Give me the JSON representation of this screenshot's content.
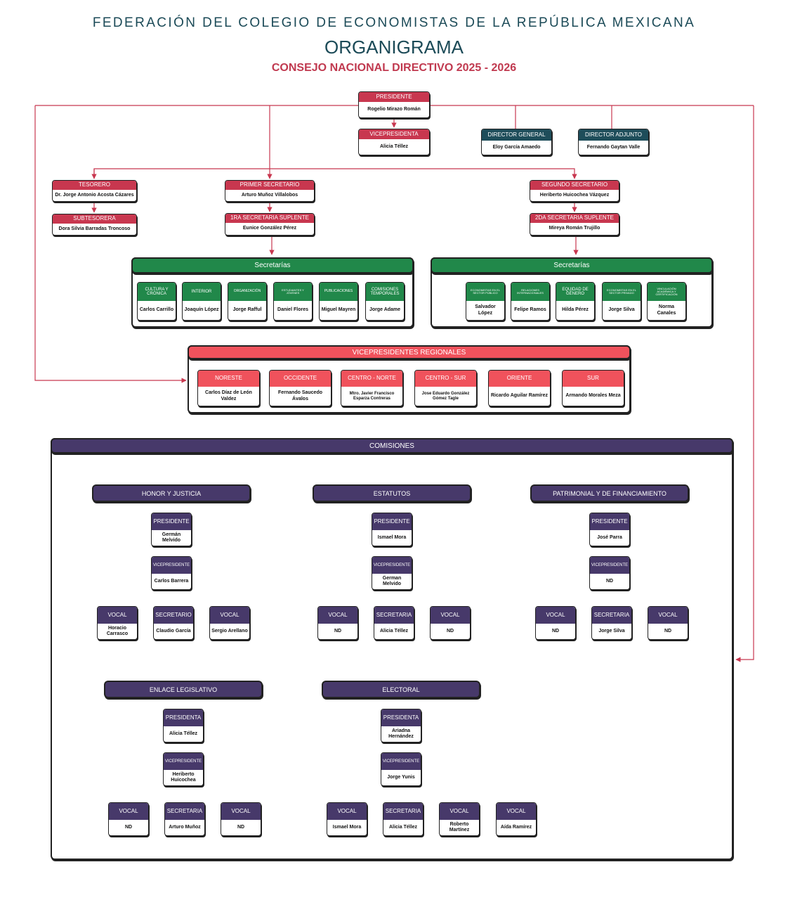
{
  "header": {
    "federation": "FEDERACIÓN DEL COLEGIO DE ECONOMISTAS DE LA REPÚBLICA MEXICANA",
    "title": "ORGANIGRAMA",
    "subtitle": "CONSEJO NACIONAL DIRECTIVO 2025 - 2026"
  },
  "colors": {
    "red": "#c8374f",
    "teal": "#1e4d5a",
    "green": "#21884a",
    "coral": "#f0525c",
    "purple": "#47396a"
  },
  "top": {
    "presidente": {
      "role": "PRESIDENTE",
      "name": "Rogelio Mirazo Román"
    },
    "vicepresidenta": {
      "role": "VICEPRESIDENTA",
      "name": "Alicia Téllez"
    },
    "director_general": {
      "role": "DIRECTOR GENERAL",
      "name": "Eloy García Amaedo"
    },
    "director_adjunto": {
      "role": "DIRECTOR ADJUNTO",
      "name": "Fernando Gaytan Valle"
    },
    "tesorero": {
      "role": "TESORERO",
      "name": "Dr. Jorge Antonio Acosta Cázares"
    },
    "subtesorera": {
      "role": "SUBTESORERA",
      "name": "Dora Silvia Barradas Troncoso"
    },
    "primer_secretario": {
      "role": "PRIMER SECRETARIO",
      "name": "Arturo Muñoz Villalobos"
    },
    "primera_suplente": {
      "role": "1RA SECRETARIA SUPLENTE",
      "name": "Eunice González Pérez"
    },
    "segundo_secretario": {
      "role": "SEGUNDO SECRETARIO",
      "name": "Heriberto Huicochea Vázquez"
    },
    "segunda_suplente": {
      "role": "2DA SECRETARIA SUPLENTE",
      "name": "Mireya Román Trujillo"
    }
  },
  "secretarias_left": {
    "title": "Secretarías",
    "items": [
      {
        "role": "CULTURA Y CRÓNICA",
        "name": "Carlos Carrillo"
      },
      {
        "role": "INTERIOR",
        "name": "Joaquín López"
      },
      {
        "role": "ORGANIZACIÓN",
        "name": "Jorge Rafful"
      },
      {
        "role": "ESTUDIANTES Y JÓVENES",
        "name": "Daniel Flores"
      },
      {
        "role": "PUBLICACIONES",
        "name": "Miguel Mayren"
      },
      {
        "role": "COMISIONES TEMPORALES",
        "name": "Jorge Adame"
      }
    ]
  },
  "secretarias_right": {
    "title": "Secretarías",
    "items": [
      {
        "role": "ECONOMISTAS EN EL SECTOR PÚBLICO",
        "name": "Salvador López"
      },
      {
        "role": "RELACIONES INTERNACIONALES",
        "name": "Felipe Ramos"
      },
      {
        "role": "EQUIDAD DE GÉNERO",
        "name": "Hilda Pérez"
      },
      {
        "role": "ECONOMISTAS EN EL SECTOR PRIVADO",
        "name": "Jorge Silva"
      },
      {
        "role": "VINCULACIÓN ACADÉMICA Y CERTIFICACIÓN",
        "name": "Norma Canales"
      }
    ]
  },
  "regionales": {
    "title": "VICEPRESIDENTES REGIONALES",
    "items": [
      {
        "role": "NORESTE",
        "name": "Carlos Díaz de León Valdez"
      },
      {
        "role": "OCCIDENTE",
        "name": "Fernando Saucedo Ávalos"
      },
      {
        "role": "CENTRO - NORTE",
        "name": "Mtro. Javier Francisco Esparza Contreras"
      },
      {
        "role": "CENTRO - SUR",
        "name": "Jose Eduardo González Gómez Tagle"
      },
      {
        "role": "ORIENTE",
        "name": "Ricardo Aguilar Ramírez"
      },
      {
        "role": "SUR",
        "name": "Armando Morales Meza"
      }
    ]
  },
  "comisiones": {
    "title": "COMISIONES",
    "groups": [
      {
        "title": "HONOR Y JUSTICIA",
        "pres": {
          "role": "PRESIDENTE",
          "name": "Germán Melvido"
        },
        "vice": {
          "role": "VICEPRESIDENTE",
          "name": "Carlos Barrera"
        },
        "members": [
          {
            "role": "VOCAL",
            "name": "Horacio Carrasco"
          },
          {
            "role": "SECRETARIO",
            "name": "Claudio García"
          },
          {
            "role": "VOCAL",
            "name": "Sergio Arellano"
          }
        ]
      },
      {
        "title": "ESTATUTOS",
        "pres": {
          "role": "PRESIDENTE",
          "name": "Ismael Mora"
        },
        "vice": {
          "role": "VICEPRESIDENTE",
          "name": "German Melvido"
        },
        "members": [
          {
            "role": "VOCAL",
            "name": "ND"
          },
          {
            "role": "SECRETARIA",
            "name": "Alicia Téllez"
          },
          {
            "role": "VOCAL",
            "name": "ND"
          }
        ]
      },
      {
        "title": "PATRIMONIAL Y DE FINANCIAMIENTO",
        "pres": {
          "role": "PRESIDENTE",
          "name": "José Parra"
        },
        "vice": {
          "role": "VICEPRESIDENTE",
          "name": "ND"
        },
        "members": [
          {
            "role": "VOCAL",
            "name": "ND"
          },
          {
            "role": "SECRETARIA",
            "name": "Jorge Silva"
          },
          {
            "role": "VOCAL",
            "name": "ND"
          }
        ]
      },
      {
        "title": "ENLACE LEGISLATIVO",
        "pres": {
          "role": "PRESIDENTA",
          "name": "Alicia Téllez"
        },
        "vice": {
          "role": "VICEPRESIDENTE",
          "name": "Heriberto Huicochea"
        },
        "members": [
          {
            "role": "VOCAL",
            "name": "ND"
          },
          {
            "role": "SECRETARIA",
            "name": "Arturo Muñoz"
          },
          {
            "role": "VOCAL",
            "name": "ND"
          }
        ]
      },
      {
        "title": "ELECTORAL",
        "pres": {
          "role": "PRESIDENTA",
          "name": "Ariadna Hernández"
        },
        "vice": {
          "role": "VICEPRESIDENTE",
          "name": "Jorge Yunis"
        },
        "members": [
          {
            "role": "VOCAL",
            "name": "Ismael Mora"
          },
          {
            "role": "SECRETARIA",
            "name": "Alicia Téllez"
          },
          {
            "role": "VOCAL",
            "name": "Roberto Martínez"
          },
          {
            "role": "VOCAL",
            "name": "Aída Ramírez"
          }
        ]
      }
    ]
  }
}
